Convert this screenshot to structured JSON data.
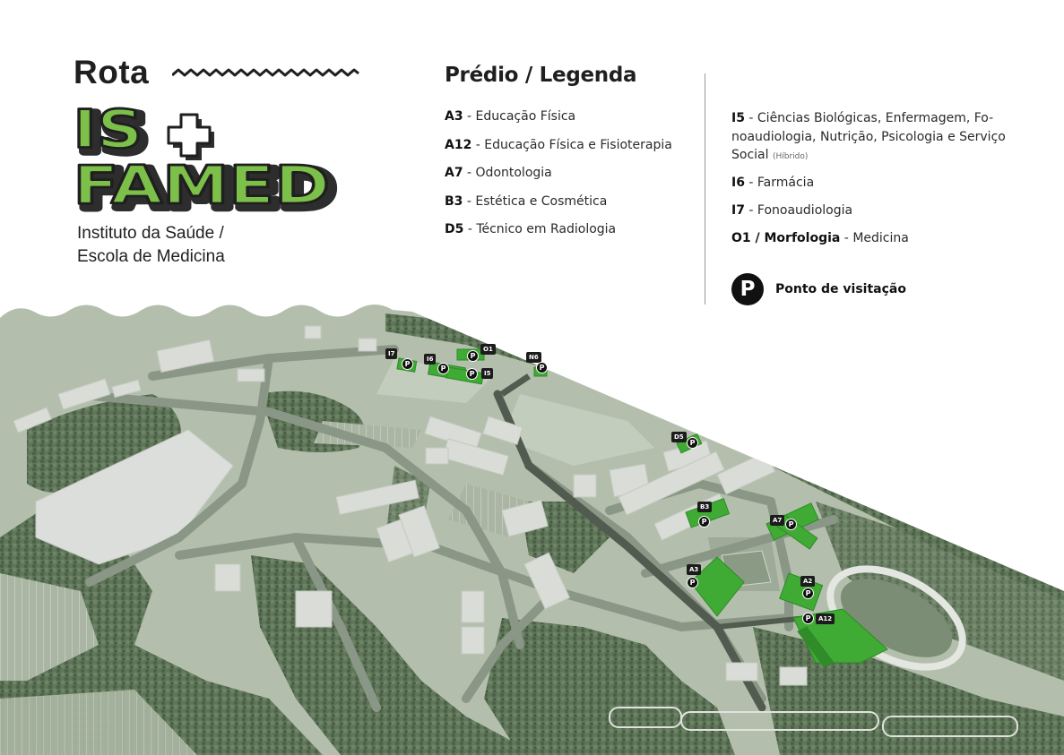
{
  "header": {
    "route_word": "Rota",
    "logo_line1": "IS",
    "logo_plus": "+",
    "logo_line2": "FAMED",
    "subtitle_line1": "Instituto da Saúde /",
    "subtitle_line2": "Escola de Medicina"
  },
  "legend": {
    "title": "Prédio / Legenda",
    "left_items": [
      {
        "code": "A3",
        "name": "Educação Física"
      },
      {
        "code": "A12",
        "name": "Educação Física e Fisioterapia"
      },
      {
        "code": "A7",
        "name": "Odontologia"
      },
      {
        "code": "B3",
        "name": "Estética e Cosmética"
      },
      {
        "code": "D5",
        "name": "Técnico em Radiologia"
      }
    ],
    "right_items": [
      {
        "code": "I5",
        "name": "Ciências Biológicas, Enfermagem, Fo-noaudiologia, Nutrição, Psicologia e Serviço Social",
        "note": "(Híbrido)"
      },
      {
        "code": "I6",
        "name": "Farmácia"
      },
      {
        "code": "I7",
        "name": "Fonoaudiologia"
      },
      {
        "code": "O1 / Morfologia",
        "name": "Medicina"
      }
    ],
    "visit_symbol": "P",
    "visit_label": "Ponto de visitação"
  },
  "colors": {
    "logo_green": "#7cc04a",
    "logo_shadow": "#2d2d2d",
    "map_base": "#b3bfac",
    "map_forest": "#5f7659",
    "map_road": "#8b9786",
    "highlight_building": "#3faa34",
    "marker": "#111111"
  },
  "map": {
    "markers": [
      {
        "label": "I7",
        "symbol": "P"
      },
      {
        "label": "I6",
        "symbol": "P"
      },
      {
        "label": "O1",
        "symbol": "P"
      },
      {
        "label": "I5",
        "symbol": "P"
      },
      {
        "label": "N6",
        "symbol": "P"
      },
      {
        "label": "D5",
        "symbol": "P"
      },
      {
        "label": "B3",
        "symbol": "P"
      },
      {
        "label": "A7",
        "symbol": "P"
      },
      {
        "label": "A3",
        "symbol": "P"
      },
      {
        "label": "A2",
        "symbol": "P"
      },
      {
        "label": "A12",
        "symbol": "P"
      }
    ]
  }
}
